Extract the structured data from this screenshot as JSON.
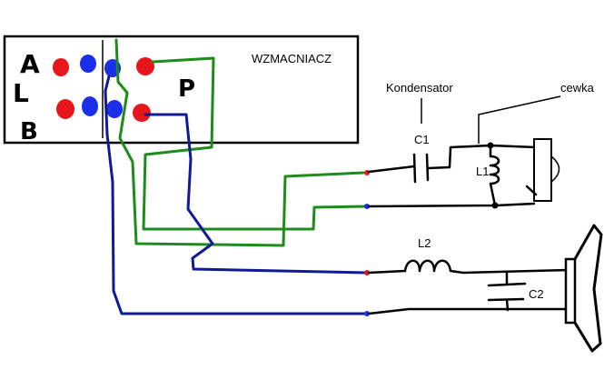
{
  "amplifier": {
    "title": "WZMACNIACZ",
    "left_letters": [
      "A",
      "L",
      "B"
    ],
    "right_letter": "P"
  },
  "labels": {
    "capacitor_name": "Kondensator",
    "c1": "C1",
    "coil_name": "cewka",
    "l1": "L1",
    "l2": "L2",
    "c2": "C2"
  },
  "colors": {
    "wire_green": "#1d8c1d",
    "wire_blue": "#101a96",
    "terminal_red": "#e8151b",
    "terminal_blue": "#1b2ee8",
    "outline": "#000000"
  }
}
